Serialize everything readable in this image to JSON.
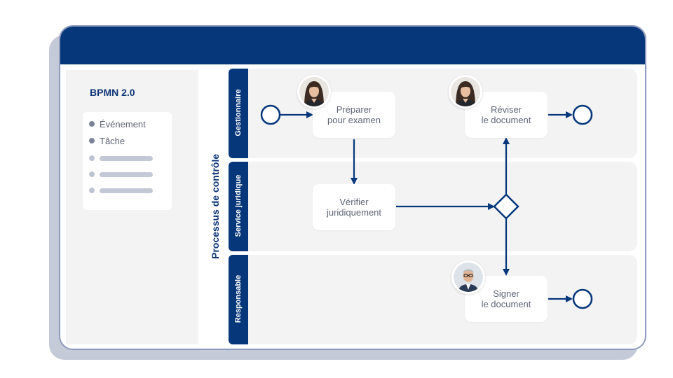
{
  "sidebar": {
    "title": "BPMN 2.0",
    "legend": [
      {
        "label": "Événement"
      },
      {
        "label": "Tâche"
      }
    ]
  },
  "pool": {
    "label": "Processus de contrôle",
    "lanes": [
      {
        "label": "Gestionnaire"
      },
      {
        "label": "Service juridique"
      },
      {
        "label": "Responsable"
      }
    ]
  },
  "tasks": {
    "preparer": "Préparer\npour examen",
    "reviser": "Réviser\nle document",
    "verifier": "Vérifier\njuridiquement",
    "signer": "Signer\nle document"
  },
  "colors": {
    "navy": "#06377a",
    "lane": "#f3f3f4",
    "text": "#5e6475"
  },
  "icons": [
    "start-event-icon",
    "end-event-icon",
    "exclusive-gateway-icon",
    "avatar-woman",
    "avatar-man"
  ]
}
